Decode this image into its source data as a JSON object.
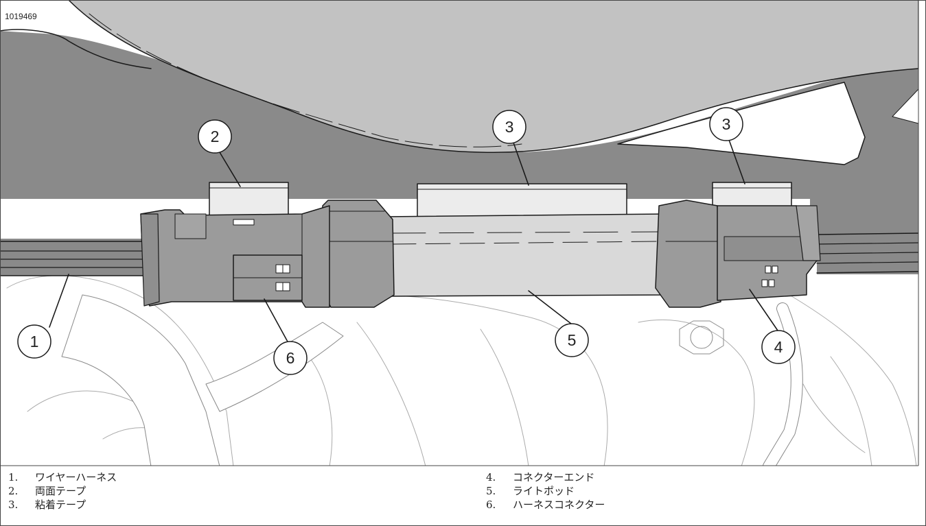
{
  "figure": {
    "id_label": "1019469"
  },
  "callouts": [
    "1",
    "2",
    "3",
    "3",
    "4",
    "5",
    "6"
  ],
  "legend": {
    "left": [
      {
        "num": "1.",
        "text": "ワイヤーハーネス"
      },
      {
        "num": "2.",
        "text": "両面テープ"
      },
      {
        "num": "3.",
        "text": "粘着テープ"
      }
    ],
    "right": [
      {
        "num": "4.",
        "text": "コネクターエンド"
      },
      {
        "num": "5.",
        "text": "ライトポッド"
      },
      {
        "num": "6.",
        "text": "ハーネスコネクター"
      }
    ]
  },
  "colors": {
    "dark_panel": "#8a8a8a",
    "light_panel": "#c2c2c2",
    "tape": "#ececec",
    "connector": "#9b9b9b",
    "pod": "#d9d9d9",
    "line": "#1a1a1a"
  }
}
